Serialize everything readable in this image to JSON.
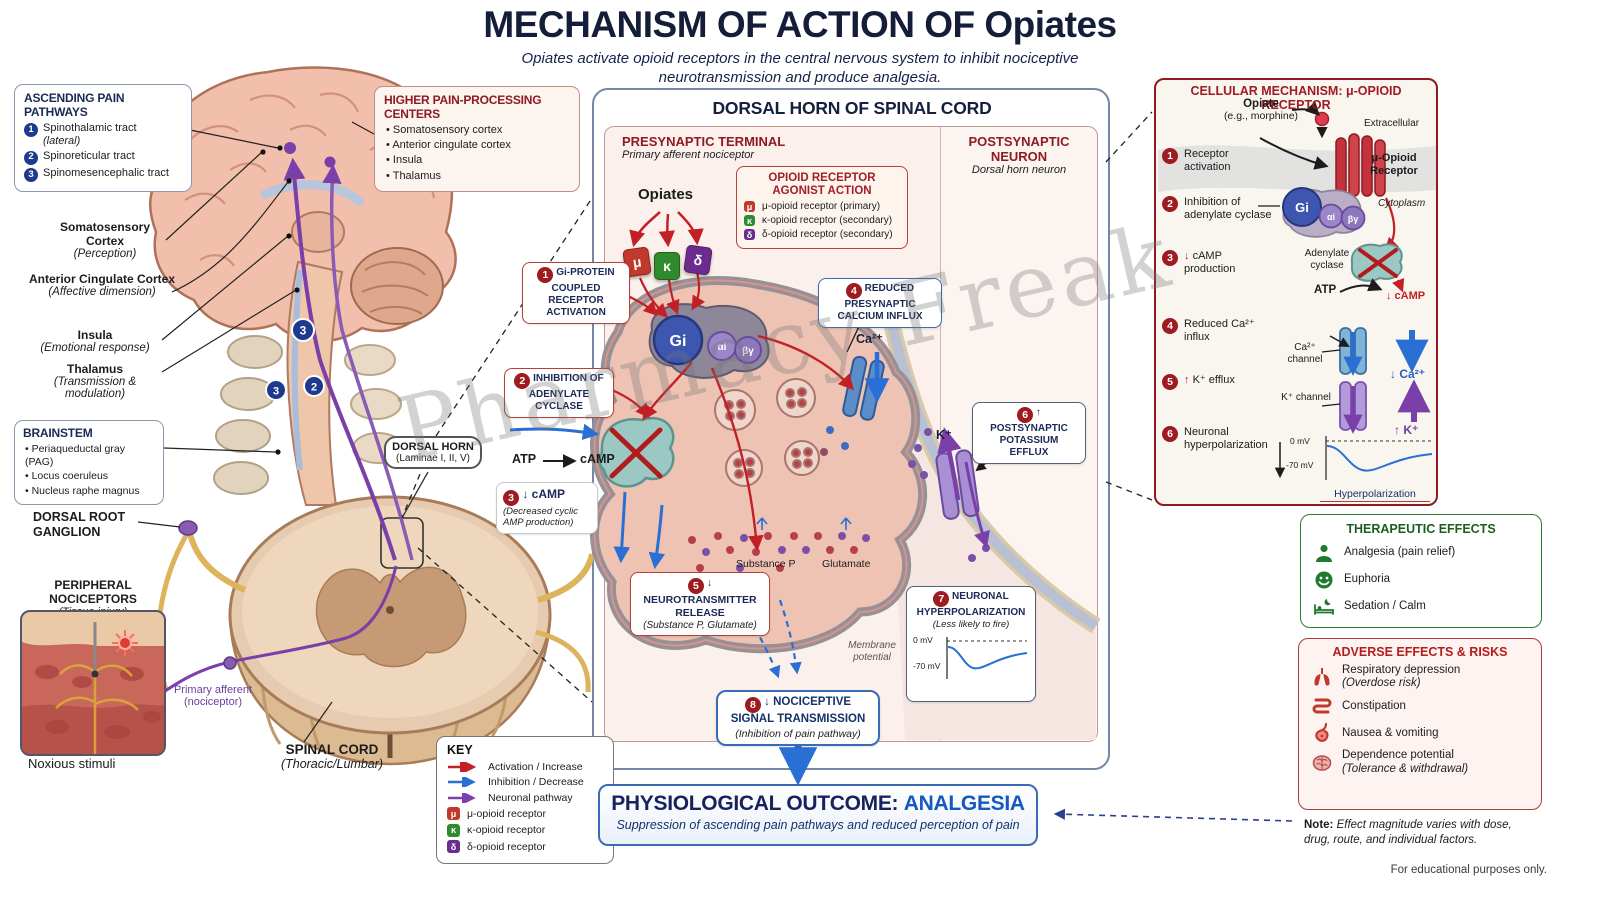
{
  "title": "MECHANISM OF ACTION OF Opiates",
  "subtitle": "Opiates activate opioid receptors in the central nervous system to inhibit nociceptive neurotransmission and produce analgesia.",
  "watermark": "Pharmacy Freak",
  "colors": {
    "navy": "#15203f",
    "dark_red": "#8e1b22",
    "red": "#c22026",
    "blue": "#2a6fd4",
    "purple": "#7a3fa8",
    "green": "#1b5e20"
  },
  "left": {
    "ascending": {
      "title": "ASCENDING PAIN PATHWAYS",
      "items": [
        {
          "n": "1",
          "label": "Spinothalamic tract",
          "sub": "(lateral)"
        },
        {
          "n": "2",
          "label": "Spinoreticular tract",
          "sub": ""
        },
        {
          "n": "3",
          "label": "Spinomesencephalic tract",
          "sub": ""
        }
      ]
    },
    "higher": {
      "title": "HIGHER PAIN-PROCESSING CENTERS",
      "items": [
        "Somatosensory cortex",
        "Anterior cingulate cortex",
        "Insula",
        "Thalamus"
      ]
    },
    "brain_labels": [
      {
        "label": "Somatosensory Cortex",
        "sub": "(Perception)"
      },
      {
        "label": "Anterior Cingulate Cortex",
        "sub": "(Affective dimension)"
      },
      {
        "label": "Insula",
        "sub": "(Emotional response)"
      },
      {
        "label": "Thalamus",
        "sub": "(Transmission & modulation)"
      }
    ],
    "path_badges": [
      "3",
      "3",
      "2"
    ],
    "brainstem": {
      "title": "BRAINSTEM",
      "items": [
        "Periaqueductal gray (PAG)",
        "Locus coeruleus",
        "Nucleus raphe magnus"
      ]
    },
    "dorsal_horn": {
      "title": "DORSAL HORN",
      "sub": "(Laminae I, II, V)"
    },
    "drg": "DORSAL ROOT GANGLION",
    "peripheral": {
      "title": "PERIPHERAL NOCICEPTORS",
      "sub": "(Tissue injury)"
    },
    "primary_afferent": {
      "l1": "Primary afferent",
      "l2": "(nociceptor)"
    },
    "noxious": "Noxious stimuli",
    "spinal": {
      "title": "SPINAL CORD",
      "sub": "(Thoracic/Lumbar)"
    }
  },
  "key": {
    "title": "KEY",
    "arrows": [
      {
        "label": "Activation / Increase",
        "color": "#c22026"
      },
      {
        "label": "Inhibition / Decrease",
        "color": "#2a6fd4"
      },
      {
        "label": "Neuronal pathway",
        "color": "#7a3fa8"
      }
    ],
    "receptors": [
      {
        "sym": "μ",
        "label": "μ-opioid receptor",
        "color": "#c0392b"
      },
      {
        "sym": "κ",
        "label": "κ-opioid receptor",
        "color": "#2e8b2e"
      },
      {
        "sym": "δ",
        "label": "δ-opioid receptor",
        "color": "#6a2d8f"
      }
    ]
  },
  "central": {
    "panel_title": "DORSAL HORN OF SPINAL CORD",
    "presynaptic": {
      "title": "PRESYNAPTIC TERMINAL",
      "sub": "Primary afferent nociceptor"
    },
    "postsynaptic": {
      "title": "POSTSYNAPTIC NEURON",
      "sub": "Dorsal horn neuron"
    },
    "opiates": "Opiates",
    "receptors": [
      "μ",
      "κ",
      "δ"
    ],
    "agonist": {
      "t1": "OPIOID RECEPTOR",
      "t2": "AGONIST ACTION",
      "items": [
        {
          "sym": "μ",
          "label": "μ-opioid receptor (primary)"
        },
        {
          "sym": "κ",
          "label": "κ-opioid receptor (secondary)"
        },
        {
          "sym": "δ",
          "label": "δ-opioid receptor (secondary)"
        }
      ]
    },
    "gi": "Gi",
    "alpha_i": "αi",
    "beta_gamma": "βγ",
    "steps": {
      "s1": {
        "n": "1",
        "text": "Gi-PROTEIN COUPLED RECEPTOR ACTIVATION"
      },
      "s2": {
        "n": "2",
        "text": "INHIBITION OF ADENYLATE CYCLASE"
      },
      "s3": {
        "n": "3",
        "head": "↓ cAMP",
        "sub": "(Decreased cyclic AMP production)"
      },
      "s4": {
        "n": "4",
        "text": "REDUCED PRESYNAPTIC CALCIUM INFLUX"
      },
      "s5": {
        "n": "5",
        "head": "↓ NEUROTRANSMITTER RELEASE",
        "sub": "(Substance P, Glutamate)"
      },
      "s6": {
        "n": "6",
        "text": "↑ POSTSYNAPTIC POTASSIUM EFFLUX"
      },
      "s7": {
        "n": "7",
        "head": "NEURONAL HYPERPOLARIZATION",
        "sub": "(Less likely to fire)",
        "mv0": "0 mV",
        "mv70": "-70 mV"
      },
      "s8": {
        "n": "8",
        "head": "↓ NOCICEPTIVE SIGNAL TRANSMISSION",
        "sub": "(Inhibition of pain pathway)"
      }
    },
    "atp": "ATP",
    "camp": "cAMP",
    "ca": "Ca²⁺",
    "k": "K⁺",
    "substance_p": "Substance P",
    "glutamate": "Glutamate",
    "membrane_potential": "Membrane potential"
  },
  "outcome": {
    "title": "PHYSIOLOGICAL OUTCOME:",
    "highlight": "ANALGESIA",
    "sub": "Suppression of ascending pain pathways and reduced perception of pain"
  },
  "cellular": {
    "title": "CELLULAR MECHANISM: μ-OPIOID RECEPTOR",
    "opiate": "Opiate",
    "opiate_sub": "(e.g., morphine)",
    "extracellular": "Extracellular",
    "cytoplasm": "Cytoplasm",
    "receptor": "μ-Opioid Receptor",
    "gi": "Gi",
    "alpha_i": "αi",
    "beta_gamma": "βγ",
    "steps": [
      {
        "n": "1",
        "arrow": "",
        "text": "Receptor activation"
      },
      {
        "n": "2",
        "arrow": "",
        "text": "Inhibition of adenylate cyclase"
      },
      {
        "n": "3",
        "arrow": "↓",
        "text": "cAMP production"
      },
      {
        "n": "4",
        "arrow": "",
        "text": "Reduced Ca²⁺ influx"
      },
      {
        "n": "5",
        "arrow": "↑",
        "text": "K⁺ efflux"
      },
      {
        "n": "6",
        "arrow": "",
        "text": "Neuronal hyperpolarization"
      }
    ],
    "adenylate": "Adenylate cyclase",
    "atp": "ATP",
    "camp_down": "↓ cAMP",
    "ca_channel": "Ca²⁺ channel",
    "ca_down": "↓ Ca²⁺",
    "k_channel": "K⁺ channel",
    "k_up": "↑ K⁺",
    "mv0": "0 mV",
    "mv70": "-70 mV",
    "hyperpolarization": "Hyperpolarization"
  },
  "therapeutic": {
    "title": "THERAPEUTIC EFFECTS",
    "items": [
      {
        "icon": "person",
        "label": "Analgesia (pain relief)"
      },
      {
        "icon": "smiley",
        "label": "Euphoria"
      },
      {
        "icon": "bed",
        "label": "Sedation / Calm"
      }
    ]
  },
  "adverse": {
    "title": "ADVERSE EFFECTS & RISKS",
    "items": [
      {
        "icon": "lungs",
        "label": "Respiratory depression",
        "sub": "(Overdose risk)"
      },
      {
        "icon": "intestine",
        "label": "Constipation",
        "sub": ""
      },
      {
        "icon": "stomach",
        "label": "Nausea & vomiting",
        "sub": ""
      },
      {
        "icon": "brain",
        "label": "Dependence potential",
        "sub": "(Tolerance & withdrawal)"
      }
    ]
  },
  "note": {
    "prefix": "Note:",
    "text": " Effect magnitude varies with dose, drug, route, and individual factors."
  },
  "footer": "For educational purposes only."
}
